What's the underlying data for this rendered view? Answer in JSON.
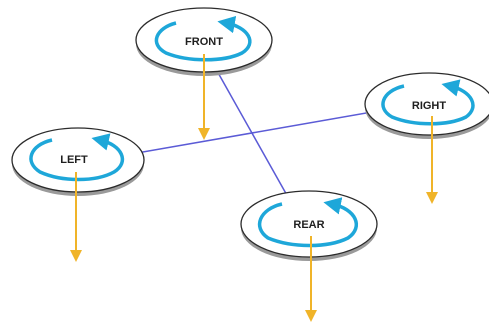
{
  "colors": {
    "rotor_fill": "#ffffff",
    "rotor_edge": "#2b2b2b",
    "rotor_shadow": "#9a9a9a",
    "rotation_arrow": "#1ea7d9",
    "thrust_arrow": "#f0b429",
    "arm_line": "#5b5bd6"
  },
  "icons": {
    "rotation": "circular-arrow-icon",
    "thrust": "down-arrow-icon"
  },
  "rotors": {
    "front": {
      "label": "FRONT"
    },
    "right": {
      "label": "RIGHT"
    },
    "left": {
      "label": "LEFT"
    },
    "rear": {
      "label": "REAR"
    }
  }
}
